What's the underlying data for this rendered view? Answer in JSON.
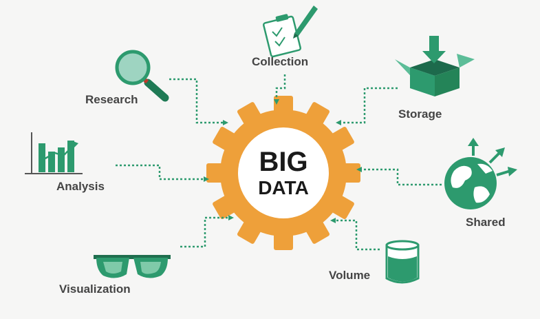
{
  "center": {
    "line1": "BIG",
    "line2": "DATA"
  },
  "colors": {
    "accent": "#2d9a6e",
    "gear": "#eea03a",
    "text": "#444444",
    "background": "#f6f6f5"
  },
  "nodes": [
    {
      "id": "collection",
      "label": "Collection",
      "icon": "clipboard-icon"
    },
    {
      "id": "research",
      "label": "Research",
      "icon": "magnifier-icon"
    },
    {
      "id": "storage",
      "label": "Storage",
      "icon": "box-icon"
    },
    {
      "id": "analysis",
      "label": "Analysis",
      "icon": "bar-chart-icon"
    },
    {
      "id": "shared",
      "label": "Shared",
      "icon": "globe-icon"
    },
    {
      "id": "visualization",
      "label": "Visualization",
      "icon": "glasses-icon"
    },
    {
      "id": "volume",
      "label": "Volume",
      "icon": "database-icon"
    }
  ]
}
